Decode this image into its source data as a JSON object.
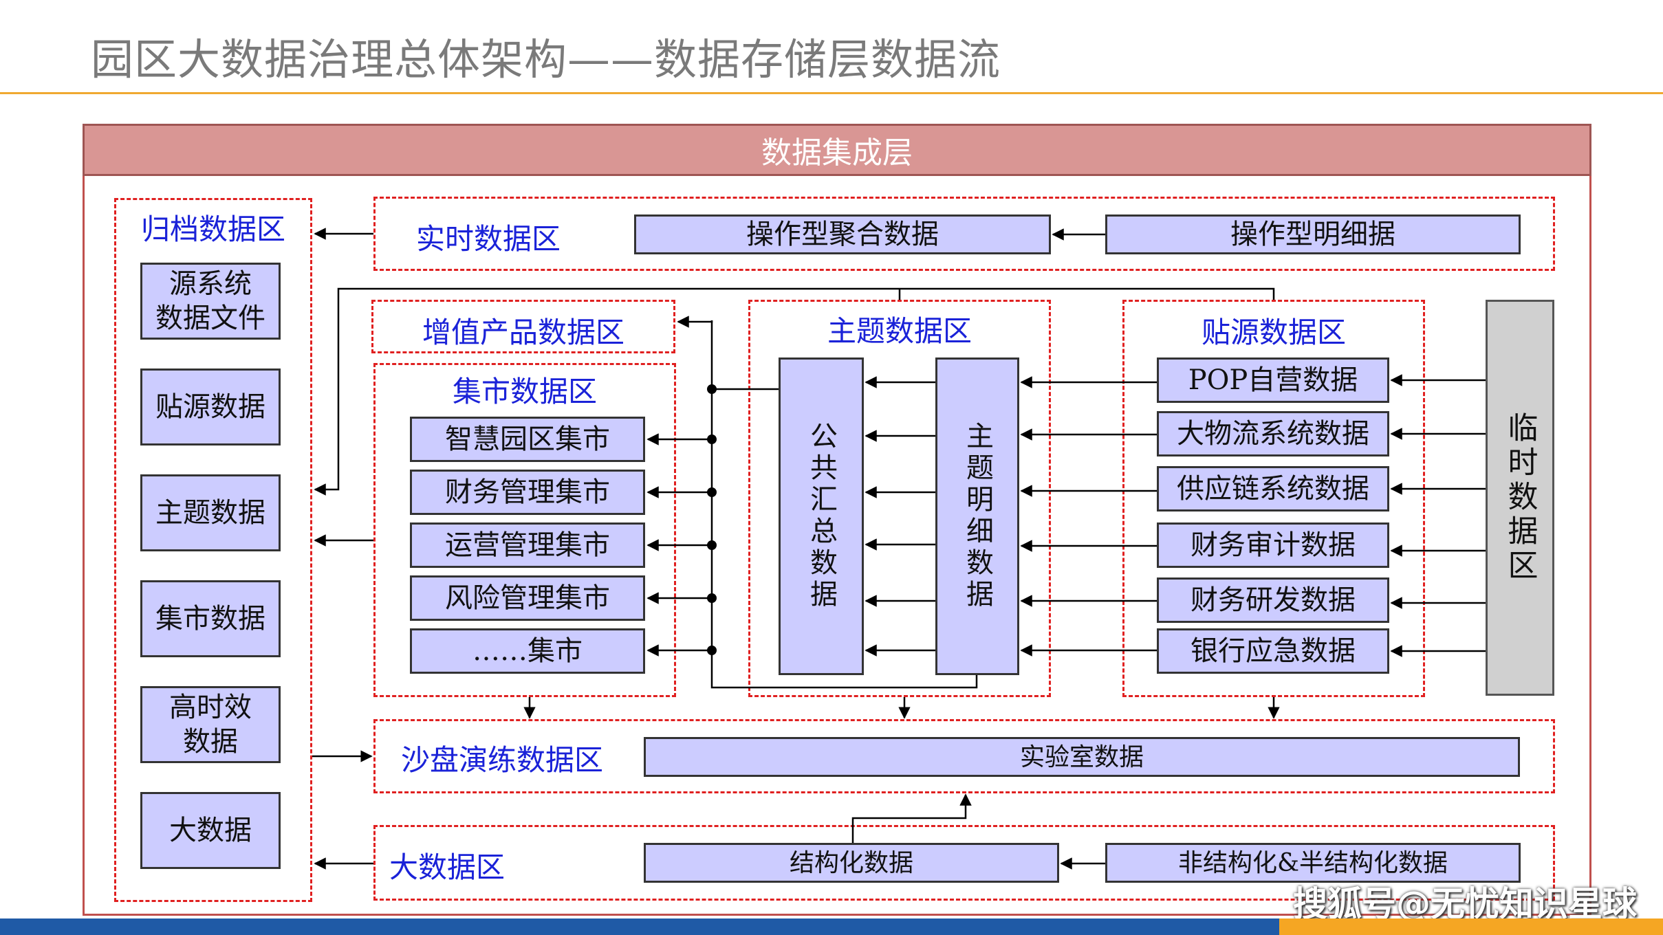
{
  "title": "园区大数据治理总体架构——数据存储层数据流",
  "layer_header": "数据集成层",
  "archive_zone": {
    "label": "归档数据区",
    "items": [
      "源系统\n数据文件",
      "贴源数据",
      "主题数据",
      "集市数据",
      "高时效\n数据",
      "大数据"
    ]
  },
  "realtime_zone": {
    "label": "实时数据区",
    "agg": "操作型聚合数据",
    "detail": "操作型明细据"
  },
  "value_zone": {
    "label": "增值产品数据区"
  },
  "mart_zone": {
    "label": "集市数据区",
    "items": [
      "智慧园区集市",
      "财务管理集市",
      "运营管理集市",
      "风险管理集市",
      "……集市"
    ]
  },
  "topic_zone": {
    "label": "主题数据区",
    "public": "公共汇总数据",
    "detail": "主题明细数据"
  },
  "source_zone": {
    "label": "贴源数据区",
    "items": [
      "POP自营数据",
      "大物流系统数据",
      "供应链系统数据",
      "财务审计数据",
      "财务研发数据",
      "银行应急数据"
    ]
  },
  "temp_zone": {
    "label": "临时数据区"
  },
  "sandbox_zone": {
    "label": "沙盘演练数据区",
    "lab": "实验室数据"
  },
  "bigdata_zone": {
    "label": "大数据区",
    "structured": "结构化数据",
    "unstructured": "非结构化&半结构化数据"
  },
  "watermark": "搜狐号@无忧知识星球",
  "colors": {
    "zone_border": "#e02020",
    "label_text": "#1a22d8",
    "box_fill": "#ccccff",
    "header_fill": "#d99694",
    "title_rule": "#f0a830"
  }
}
